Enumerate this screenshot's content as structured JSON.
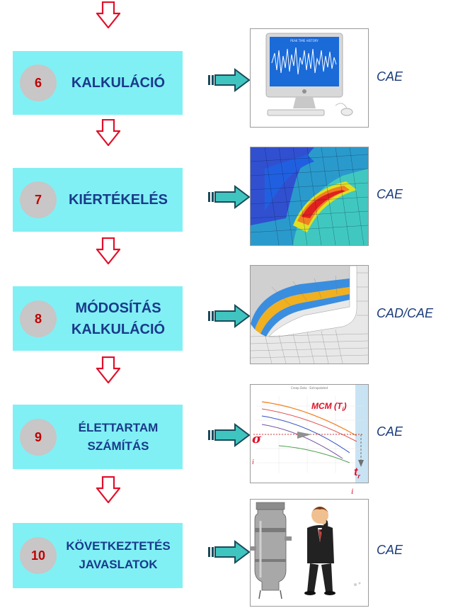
{
  "steps": [
    {
      "number": "6",
      "lines": [
        "KALKULÁCIÓ"
      ],
      "tag": "CAE"
    },
    {
      "number": "7",
      "lines": [
        "KIÉRTÉKELÉS"
      ],
      "tag": "CAE"
    },
    {
      "number": "8",
      "lines": [
        "MÓDOSÍTÁS",
        "KALKULÁCIÓ"
      ],
      "tag": "CAD/CAE"
    },
    {
      "number": "9",
      "lines": [
        "ÉLETTARTAM",
        "SZÁMÍTÁS"
      ],
      "tag": "CAE"
    },
    {
      "number": "10",
      "lines": [
        "KÖVETKEZTETÉS",
        "JAVASLATOK"
      ],
      "tag": "CAE"
    }
  ],
  "chart_labels": {
    "mcm": "MCM (T",
    "mcm_sub": "i",
    "mcm_close": ")",
    "sigma": "σ",
    "sigma_sub": "i",
    "t": "t",
    "t_sub": "r"
  },
  "stray_label": "i",
  "colors": {
    "box": "#80f0f5",
    "box_text": "#1a3a8a",
    "number": "#c00000",
    "circle": "#c8c6c6",
    "down_arrow": "#e0102a",
    "right_arrow_fill": "#40c4c0",
    "tag": "#1a3a7a"
  }
}
